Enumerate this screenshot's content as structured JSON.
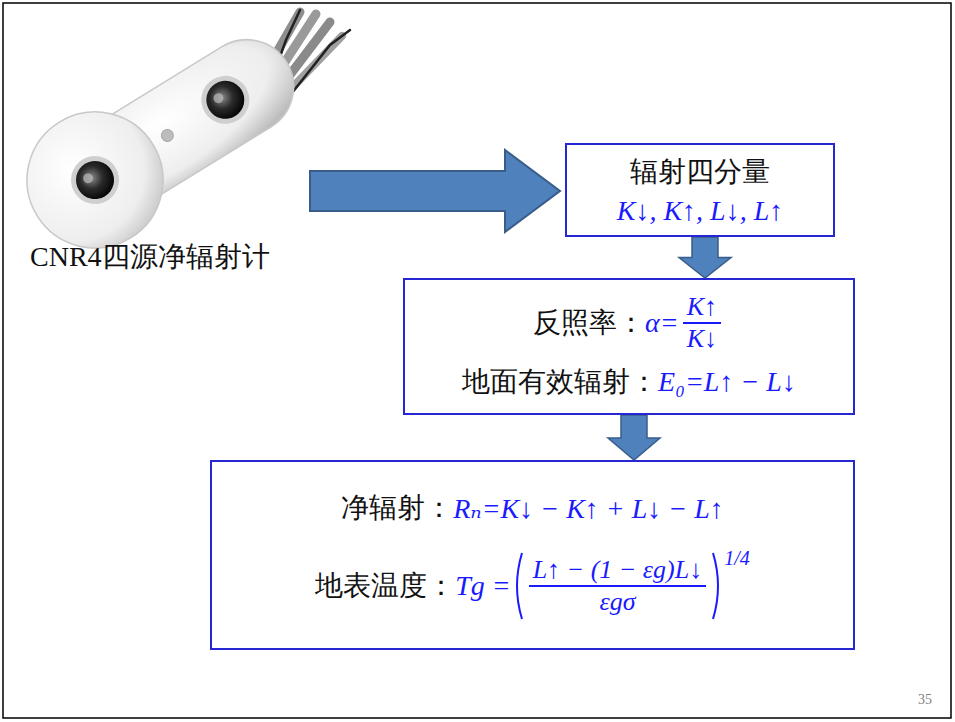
{
  "diagram": {
    "nodes": [
      {
        "text": [
          "辐射四分量",
          "K↓, K↑, L↓, L↑"
        ]
      },
      {
        "text": [
          "反照率：",
          "α=",
          "K↑",
          "K↓",
          "地面有效辐射：",
          "E₀=L↑ − L↓"
        ]
      },
      {
        "text": [
          "净辐射：",
          "Rₙ=K↓ − K↑ + L↓ − L↑",
          "地表温度：",
          "Tg = ",
          "L↑ − (1 − εg)L↓",
          "εgσ",
          "1/4"
        ]
      }
    ],
    "edges": [
      {
        "from": 0,
        "to": 1,
        "arrow": "to"
      },
      {
        "from": 1,
        "to": 2,
        "arrow": "to"
      }
    ],
    "labels": [
      "CNR4四源净辐射计",
      "35"
    ]
  }
}
